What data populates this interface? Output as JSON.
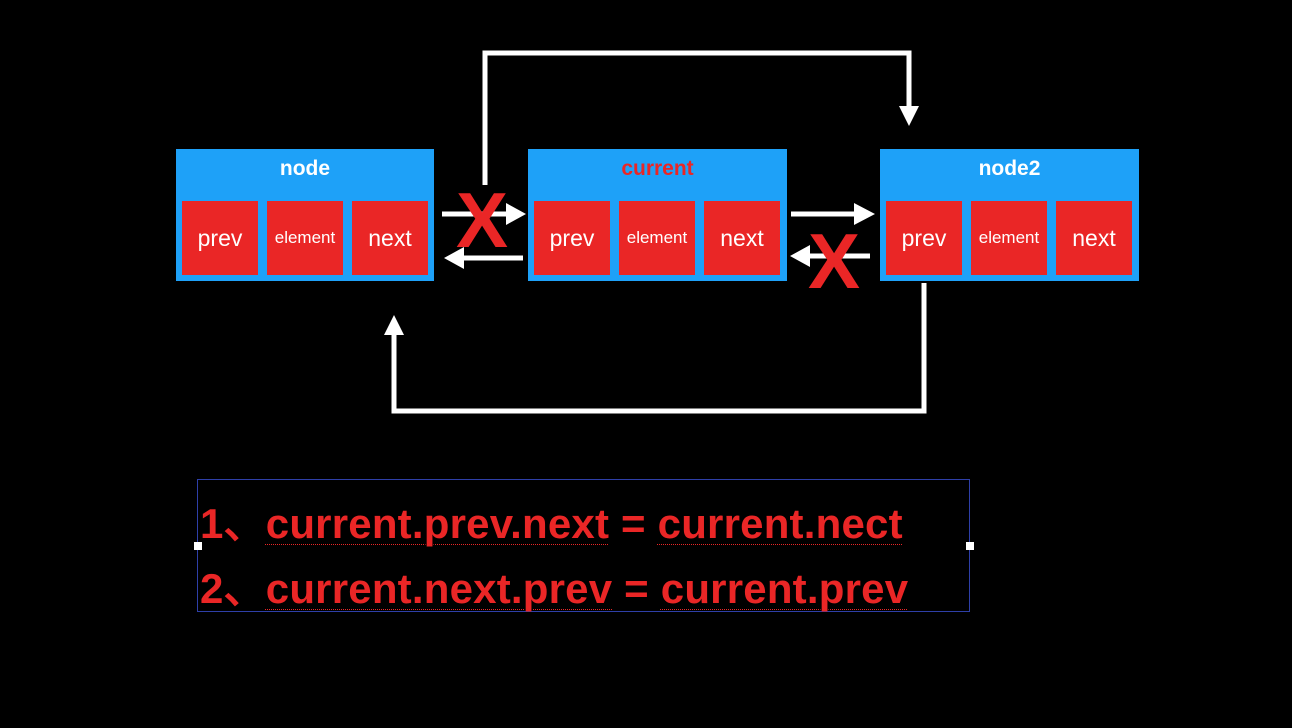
{
  "nodes": [
    {
      "title": "node",
      "fields": [
        "prev",
        "element",
        "next"
      ]
    },
    {
      "title": "current",
      "fields": [
        "prev",
        "element",
        "next"
      ]
    },
    {
      "title": "node2",
      "fields": [
        "prev",
        "element",
        "next"
      ]
    }
  ],
  "marks": {
    "cross": "X"
  },
  "formulas": [
    {
      "num": "1、",
      "lhs": "current.prev.next",
      "op": " = ",
      "rhs": "current.nect"
    },
    {
      "num": "2、",
      "lhs": "current.next.prev",
      "op": " = ",
      "rhs": "current.prev"
    }
  ],
  "colors": {
    "node_bg": "#1ea1f8",
    "field_bg": "#ea2626",
    "text_red": "#ea2626",
    "arrow": "#ffffff",
    "background": "#000000"
  }
}
